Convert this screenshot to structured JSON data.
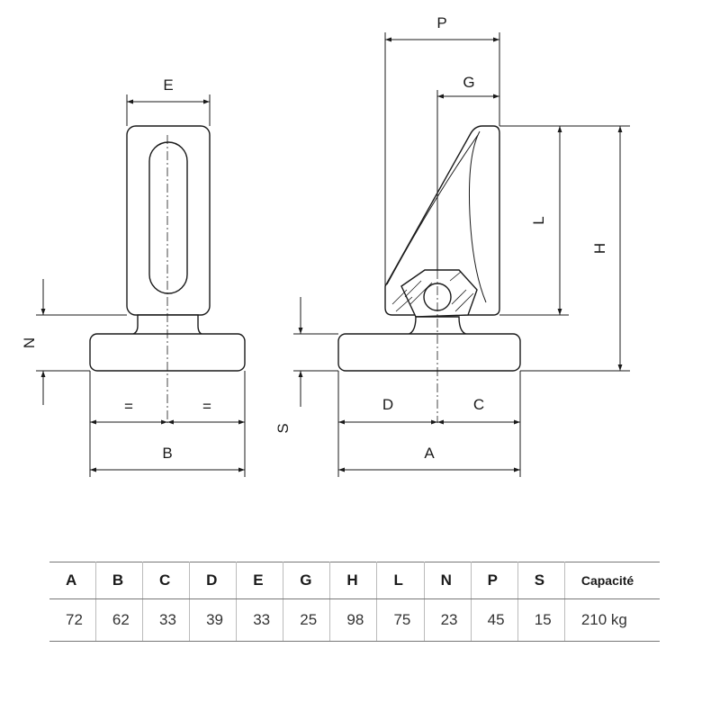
{
  "drawing": {
    "labels": {
      "E": "E",
      "P": "P",
      "G": "G",
      "L": "L",
      "H": "H",
      "N": "N",
      "S": "S",
      "D": "D",
      "C": "C",
      "B": "B",
      "A": "A",
      "eq_left": "=",
      "eq_right": "="
    }
  },
  "table": {
    "headers": [
      "A",
      "B",
      "C",
      "D",
      "E",
      "G",
      "H",
      "L",
      "N",
      "P",
      "S",
      "Capacité"
    ],
    "values": [
      "72",
      "62",
      "33",
      "39",
      "33",
      "25",
      "98",
      "75",
      "23",
      "45",
      "15",
      "210 kg"
    ]
  }
}
